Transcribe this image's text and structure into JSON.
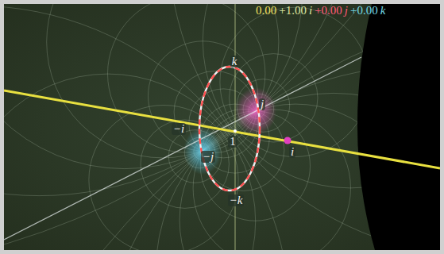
{
  "diagram": {
    "labels": [
      "0.00",
      "+1.00",
      "i",
      "+0.00",
      "j",
      "+0.00",
      "k",
      "k",
      "j",
      "−i",
      "1",
      "−j",
      "i",
      "−k"
    ]
  }
}
